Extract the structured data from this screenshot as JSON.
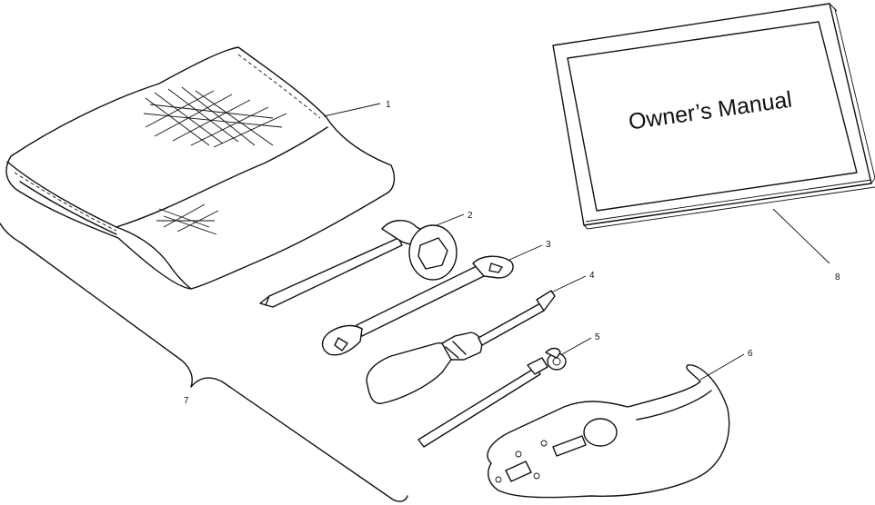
{
  "diagram": {
    "manual_cover_text": "Owner’s Manual",
    "callouts": [
      {
        "id": "pouch",
        "label": "1"
      },
      {
        "id": "spark-plug-wrench",
        "label": "2"
      },
      {
        "id": "open-end-wrench",
        "label": "3"
      },
      {
        "id": "screwdriver",
        "label": "4"
      },
      {
        "id": "extension-bar",
        "label": "5"
      },
      {
        "id": "spanner-wrench",
        "label": "6"
      },
      {
        "id": "tool-kit-bracket",
        "label": "7"
      },
      {
        "id": "owners-manual",
        "label": "8"
      }
    ]
  }
}
